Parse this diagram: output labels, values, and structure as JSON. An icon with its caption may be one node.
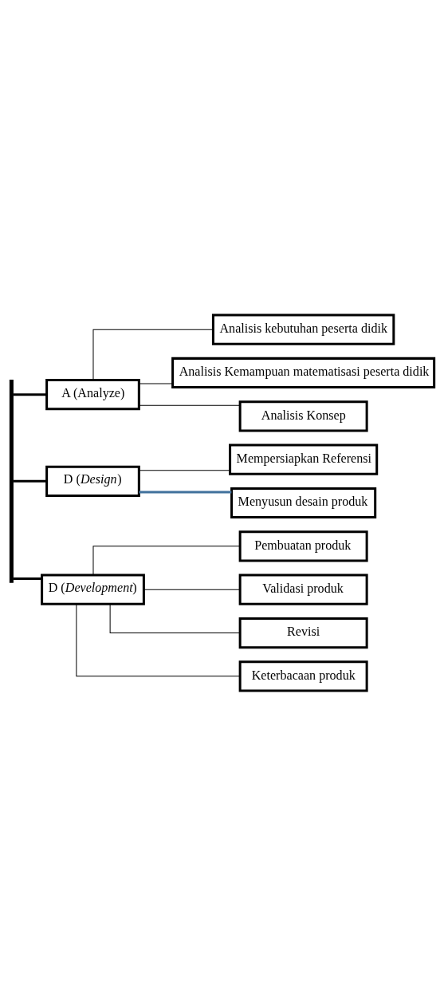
{
  "diagram": {
    "nodes": [
      {
        "text": [],
        "shape": "bar"
      },
      {
        "text": [
          "A (Analyze)"
        ]
      },
      {
        "text": [
          "Analisis kebutuhan peserta didik"
        ]
      },
      {
        "text": [
          "Analisis Kemampuan matematisasi peserta didik"
        ]
      },
      {
        "text": [
          "Analisis Konsep"
        ]
      },
      {
        "text": [
          "D (*Design*)"
        ]
      },
      {
        "text": [
          "Mempersiapkan Referensi"
        ]
      },
      {
        "text": [
          "Menyusun desain produk"
        ]
      },
      {
        "text": [
          "D (*Development*)"
        ]
      },
      {
        "text": [
          "Pembuatan produk"
        ]
      },
      {
        "text": [
          "Validasi produk"
        ]
      },
      {
        "text": [
          "Revisi"
        ]
      },
      {
        "text": [
          "Keterbacaan produk"
        ]
      }
    ],
    "edges": [
      {
        "from": 0,
        "to": 1,
        "arrow": "none",
        "style": "thick"
      },
      {
        "from": 0,
        "to": 5,
        "arrow": "none",
        "style": "thick"
      },
      {
        "from": 0,
        "to": 8,
        "arrow": "none",
        "style": "thick"
      },
      {
        "from": 1,
        "to": 2,
        "arrow": "none"
      },
      {
        "from": 1,
        "to": 3,
        "arrow": "none"
      },
      {
        "from": 1,
        "to": 4,
        "arrow": "none"
      },
      {
        "from": 5,
        "to": 6,
        "arrow": "none"
      },
      {
        "from": 5,
        "to": 7,
        "arrow": "none",
        "style": "thick",
        "color": "#41719c"
      },
      {
        "from": 8,
        "to": 9,
        "arrow": "none"
      },
      {
        "from": 8,
        "to": 10,
        "arrow": "none"
      },
      {
        "from": 8,
        "to": 11,
        "arrow": "none"
      },
      {
        "from": 8,
        "to": 12,
        "arrow": "none"
      }
    ]
  }
}
